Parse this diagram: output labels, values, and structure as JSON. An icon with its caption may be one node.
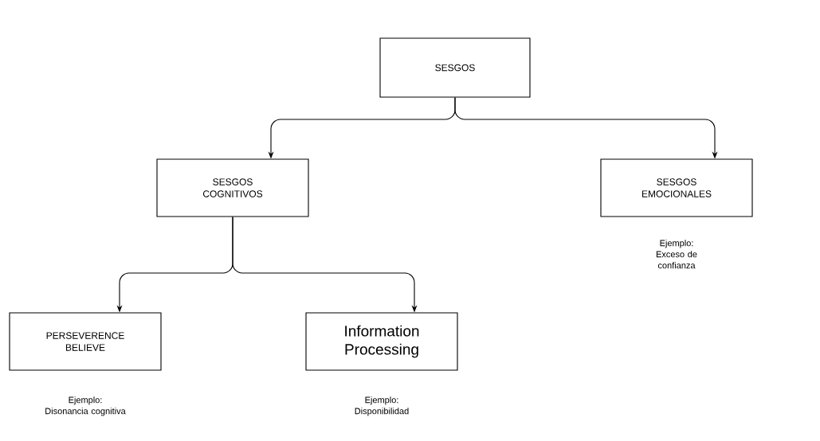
{
  "diagram": {
    "nodes": [
      {
        "text": [
          "SESGOS"
        ]
      },
      {
        "text": [
          "SESGOS COGNITIVOS"
        ]
      },
      {
        "text": [
          "SESGOS EMOCIONALES"
        ],
        "beside": [
          "Ejemplo:",
          "Exceso de confianza"
        ]
      },
      {
        "text": [
          "PERSEVERENCE BELIEVE"
        ],
        "beside": [
          "Ejemplo:",
          "Disonancia cognitiva"
        ]
      },
      {
        "text": [
          "Information Processing"
        ],
        "beside": [
          "Ejemplo:",
          "Disponibilidad"
        ]
      }
    ],
    "edges": [
      {
        "from": 0,
        "to": 1,
        "arrow": "to"
      },
      {
        "from": 0,
        "to": 2,
        "arrow": "to"
      },
      {
        "from": 1,
        "to": 3,
        "arrow": "to"
      },
      {
        "from": 1,
        "to": 4,
        "arrow": "to"
      }
    ]
  }
}
